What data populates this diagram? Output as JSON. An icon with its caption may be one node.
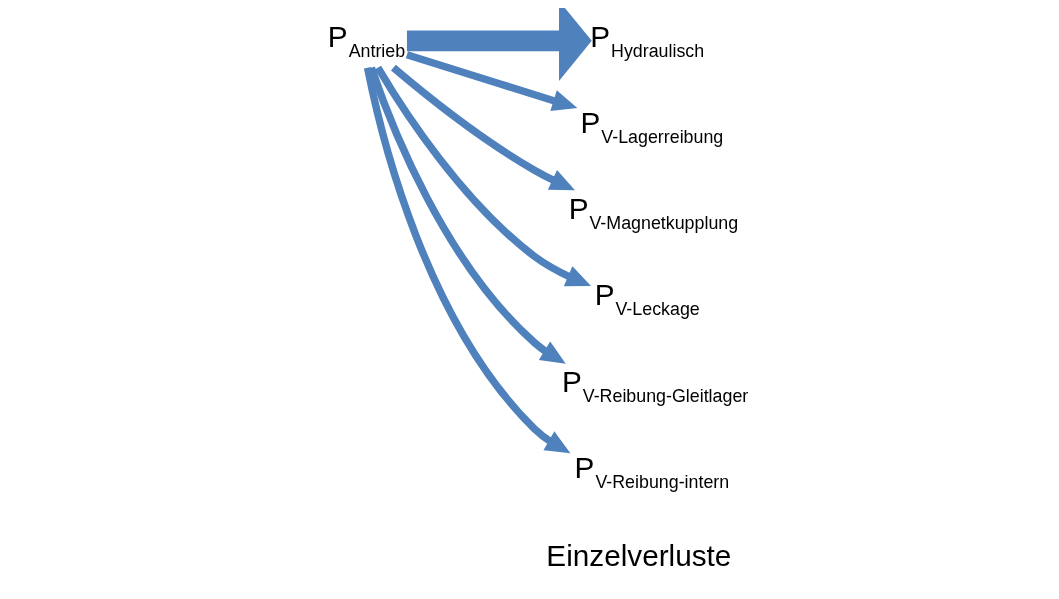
{
  "diagram": {
    "nodes": [
      {
        "text": [
          "P$_{Antrieb}$"
        ]
      },
      {
        "text": [
          "P$_{Hydraulisch}$"
        ]
      },
      {
        "text": [
          "P$_{V-Lagerreibung}$"
        ]
      },
      {
        "text": [
          "P$_{V-Magnetkupplung}$"
        ]
      },
      {
        "text": [
          "P$_{V-Leckage}$"
        ]
      },
      {
        "text": [
          "P$_{V-Reibung-Gleitlager}$"
        ]
      },
      {
        "text": [
          "P$_{V-Reibung-intern}$"
        ]
      }
    ],
    "edges": [
      {
        "from": 0,
        "to": 1,
        "arrow": "to",
        "style": "thick"
      },
      {
        "from": 0,
        "to": 2,
        "arrow": "to"
      },
      {
        "from": 0,
        "to": 3,
        "arrow": "to"
      },
      {
        "from": 0,
        "to": 4,
        "arrow": "to"
      },
      {
        "from": 0,
        "to": 5,
        "arrow": "to"
      },
      {
        "from": 0,
        "to": 6,
        "arrow": "to"
      }
    ],
    "labels": [
      "Einzelverluste"
    ]
  }
}
